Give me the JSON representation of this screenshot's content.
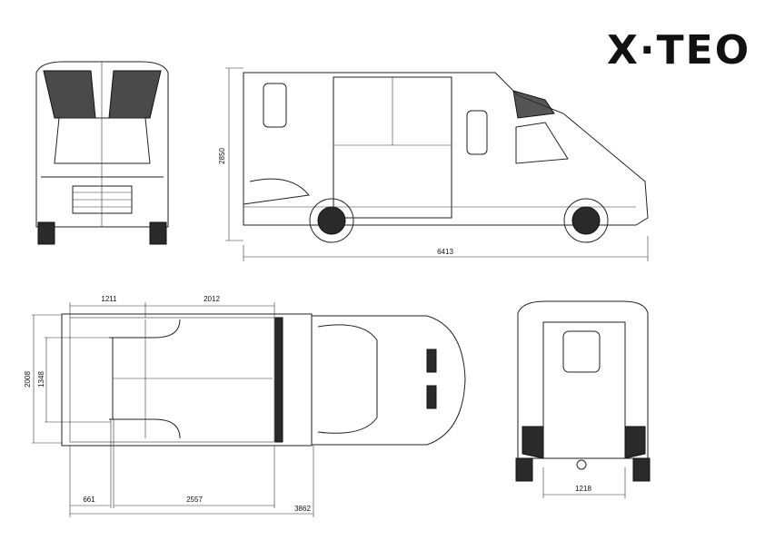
{
  "brand": {
    "logo_text": "X·TEO"
  },
  "dimensions": {
    "side_height": "2850",
    "side_length": "6413",
    "top_section_1": "1211",
    "top_section_2": "2012",
    "top_width_outer": "2008",
    "top_width_inner": "1348",
    "top_bottom_1": "661",
    "top_bottom_2": "2557",
    "top_total": "3862",
    "rear_width": "1218"
  },
  "colors": {
    "line": "#222222",
    "background": "#ffffff"
  }
}
